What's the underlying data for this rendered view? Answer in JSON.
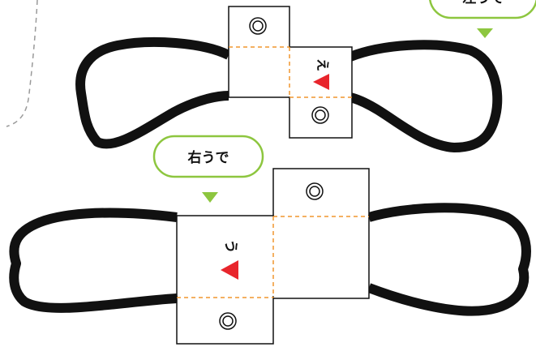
{
  "top_piece": {
    "side_label": "え"
  },
  "bottom_piece": {
    "side_label": "う"
  },
  "callouts": {
    "upper": {
      "text": "左うで"
    },
    "lower": {
      "text": "右うで"
    }
  },
  "colors": {
    "outline": "#111111",
    "fold_line": "#f0962e",
    "bubble_border": "#8dc63f",
    "bubble_pointer": "#8dc63f",
    "marker": "#e8252c",
    "cut_guide": "#9a9a9a",
    "paper": "#ffffff"
  },
  "icons": {
    "rivet": "double-circle-icon",
    "direction_marker": "red-triangle-icon",
    "pointer": "green-triangle-icon"
  }
}
